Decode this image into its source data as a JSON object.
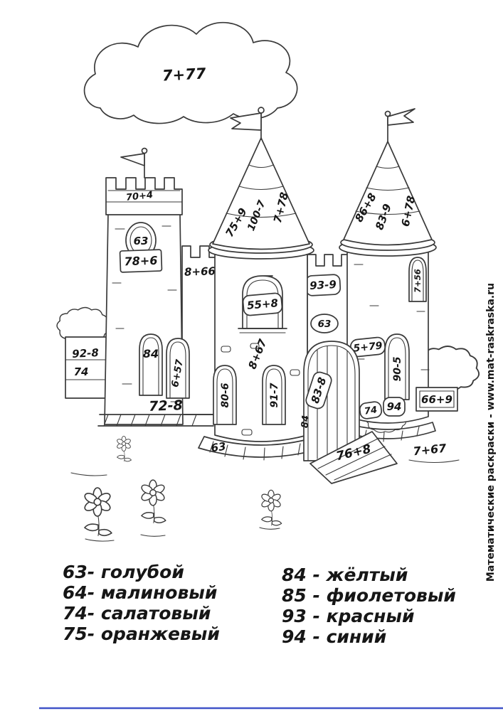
{
  "watermark": {
    "text": "Математические раскраски - www.mat-raskraska.ru",
    "color": "#b32626"
  },
  "colors": {
    "ink": "#3a3a3a",
    "scan_edge_blue": "#4053c8"
  },
  "labels": {
    "cloud": "7+77",
    "left_tower_top": "70+4",
    "left_tower_oval": "63",
    "left_tower_sign": "78+6",
    "left_wall_band": "8+66",
    "left_window_a": "84",
    "left_window_b": "6+57",
    "slab_top": "92-8",
    "slab_bottom": "74",
    "left_wall_bottom": "72-8",
    "center_cone_a": "75+9",
    "center_cone_b": "100-7",
    "center_cone_c": "7+78",
    "center_window_top": "55+8",
    "center_body": "8+67",
    "center_window_left": "80-6",
    "center_window_right": "91-7",
    "center_base": "63",
    "mid_wall": "93-9",
    "gate_oval": "63",
    "gate_door": "83-8",
    "gate_jamb": "84",
    "ramp": "76+8",
    "right_cone_a": "86+8",
    "right_cone_b": "83-9",
    "right_cone_c": "6+78",
    "right_small_window": "7+56",
    "right_body": "5+79",
    "right_window": "90-5",
    "stone_a": "74",
    "stone_b": "94",
    "sign_box": "66+9",
    "right_ground": "7+67"
  },
  "legend": {
    "left": [
      "63- голубой",
      "64- малиновый",
      "74- салатовый",
      "75- оранжевый"
    ],
    "right": [
      "84 - жёлтый",
      "85 - фиолетовый",
      "93 - красный",
      "94 - синий"
    ]
  }
}
